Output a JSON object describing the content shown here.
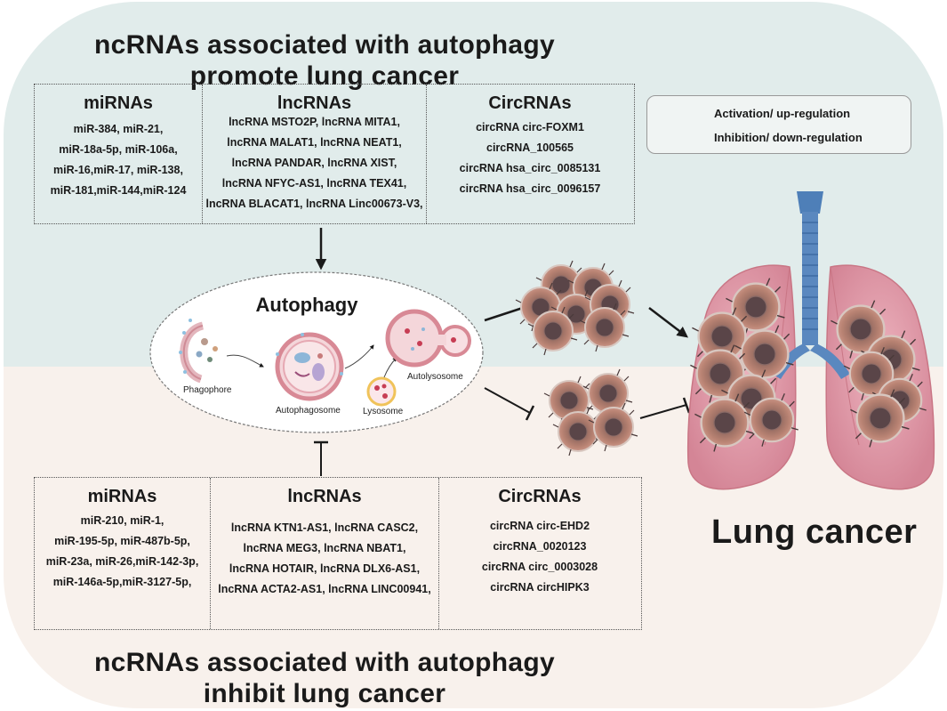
{
  "heading_top": [
    "ncRNAs associated with autophagy",
    "promote lung cancer"
  ],
  "heading_bottom": [
    "ncRNAs associated with autophagy",
    "inhibit lung cancer"
  ],
  "promote_panel": {
    "mirnas": {
      "title": "miRNAs",
      "items": [
        "miR-384, miR-21,",
        "miR-18a-5p, miR-106a,",
        "miR-16,miR-17, miR-138,",
        "miR-181,miR-144,miR-124"
      ]
    },
    "lncrnas": {
      "title": "lncRNAs",
      "items": [
        "lncRNA MSTO2P, lncRNA MITA1,",
        "lncRNA MALAT1, lncRNA NEAT1,",
        "lncRNA PANDAR, lncRNA XIST,",
        "lncRNA NFYC-AS1, lncRNA TEX41,",
        "lncRNA BLACAT1, lncRNA Linc00673-V3,"
      ]
    },
    "circrnas": {
      "title": "CircRNAs",
      "items": [
        "circRNA circ-FOXM1",
        "circRNA_100565",
        "circRNA hsa_circ_0085131",
        "circRNA hsa_circ_0096157"
      ]
    }
  },
  "inhibit_panel": {
    "mirnas": {
      "title": "miRNAs",
      "items": [
        "miR-210, miR-1,",
        "miR-195-5p, miR-487b-5p,",
        "miR-23a, miR-26,miR-142-3p,",
        "miR-146a-5p,miR-3127-5p,"
      ]
    },
    "lncrnas": {
      "title": "lncRNAs",
      "items": [
        "lncRNA KTN1-AS1, lncRNA CASC2,",
        "lncRNA MEG3, lncRNA NBAT1,",
        "lncRNA HOTAIR, lncRNA DLX6-AS1,",
        "lncRNA ACTA2-AS1, lncRNA LINC00941,"
      ]
    },
    "circrnas": {
      "title": "CircRNAs",
      "items": [
        "circRNA circ-EHD2",
        "circRNA_0020123",
        "circRNA circ_0003028",
        "circRNA circHIPK3"
      ]
    }
  },
  "legend": {
    "activation": "Activation/ up-regulation",
    "inhibition": "Inhibition/ down-regulation"
  },
  "autophagy": {
    "title": "Autophagy",
    "phagophore": "Phagophore",
    "autophagosome": "Autophagosome",
    "lysosome": "Lysosome",
    "autolysosome": "Autolysosome"
  },
  "lung_cancer_label": "Lung cancer",
  "colors": {
    "top_bg": "#e1eceb",
    "bottom_bg": "#f8f1ec",
    "lung": "#e7a2ae",
    "trachea": "#5a88bf",
    "tumor": "#8a5a52",
    "arrow": "#1a1a1a"
  }
}
